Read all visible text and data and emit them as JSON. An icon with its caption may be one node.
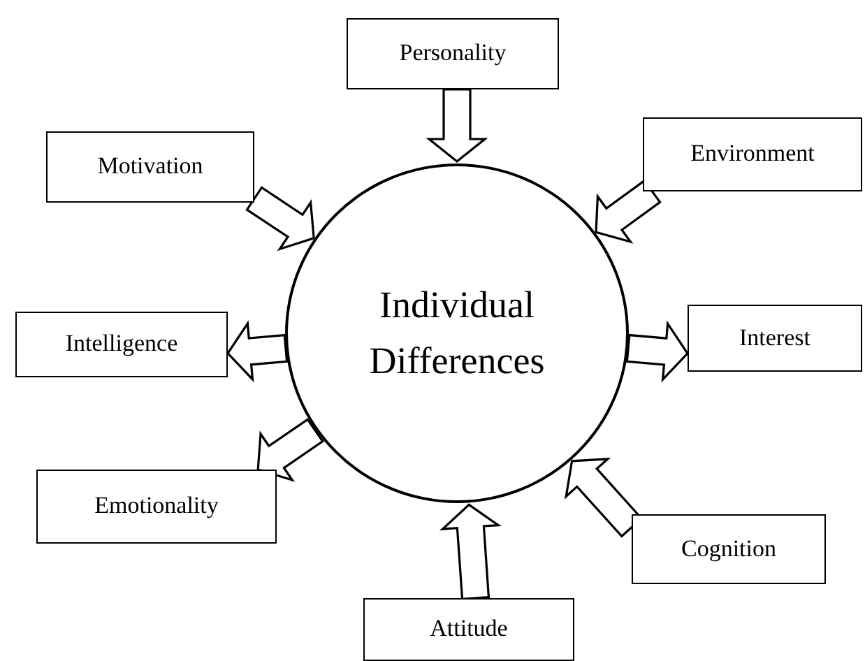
{
  "diagram": {
    "nodes": [
      {
        "text": [
          "Personality"
        ]
      },
      {
        "text": [
          "Motivation"
        ]
      },
      {
        "text": [
          "Environment"
        ]
      },
      {
        "text": [
          "Individual Differences"
        ]
      },
      {
        "text": [
          "Intelligence"
        ]
      },
      {
        "text": [
          "Interest"
        ]
      },
      {
        "text": [
          "Emotionality"
        ]
      },
      {
        "text": [
          "Cognition"
        ]
      },
      {
        "text": [
          "Attitude"
        ]
      }
    ],
    "edges": [
      {
        "from": 0,
        "to": 3,
        "arrow": "to"
      },
      {
        "from": 1,
        "to": 3,
        "arrow": "to"
      },
      {
        "from": 2,
        "to": 3,
        "arrow": "to"
      },
      {
        "from": 3,
        "to": 4,
        "arrow": "to"
      },
      {
        "from": 3,
        "to": 5,
        "arrow": "to"
      },
      {
        "from": 3,
        "to": 6,
        "arrow": "to"
      },
      {
        "from": 7,
        "to": 3,
        "arrow": "to"
      },
      {
        "from": 8,
        "to": 3,
        "arrow": "to"
      }
    ]
  }
}
